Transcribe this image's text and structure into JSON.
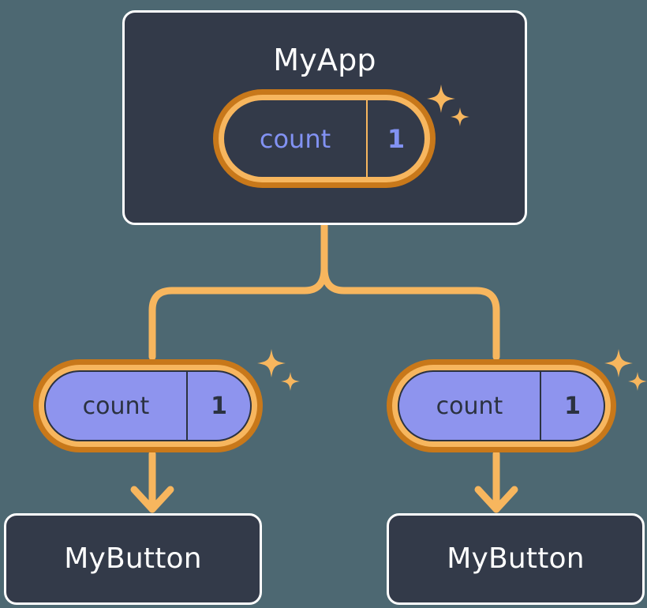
{
  "diagram": {
    "type": "component-state-tree",
    "background_color": "#4d6872"
  },
  "colors": {
    "background": "#4d6872",
    "card_fill": "#333a49",
    "card_border": "#ffffff",
    "pill_ring_outer": "#c8781a",
    "pill_ring_inner": "#f7b65e",
    "pill_fill": "#8e94ee",
    "pill_dark_text": "#8292f3",
    "pill_fill_text": "#2b3240",
    "connector": "#f7b65e",
    "sparkle": "#f7b65e"
  },
  "root": {
    "title": "MyApp",
    "state": {
      "key": "count",
      "value": "1"
    }
  },
  "branches": [
    {
      "state": {
        "key": "count",
        "value": "1"
      },
      "child": {
        "title": "MyButton"
      }
    },
    {
      "state": {
        "key": "count",
        "value": "1"
      },
      "child": {
        "title": "MyButton"
      }
    }
  ],
  "icons": {
    "sparkle": "four-pointed-star",
    "arrow": "down-arrow"
  }
}
